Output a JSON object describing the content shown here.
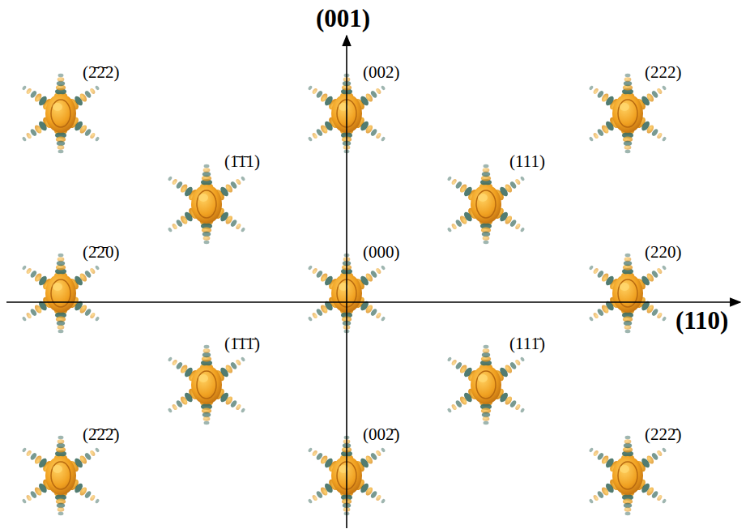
{
  "diagram": {
    "labels": [
      "(001)",
      "(110)",
      "(2̄2̄2)",
      "(002)",
      "(222)",
      "(1̄1̄1)",
      "(111)",
      "(2̄2̄0)",
      "(000)",
      "(220)",
      "(1̄1̄1̄)",
      "(111̄)",
      "(2̄2̄2̄)",
      "(002̄)",
      "(222̄)"
    ]
  }
}
